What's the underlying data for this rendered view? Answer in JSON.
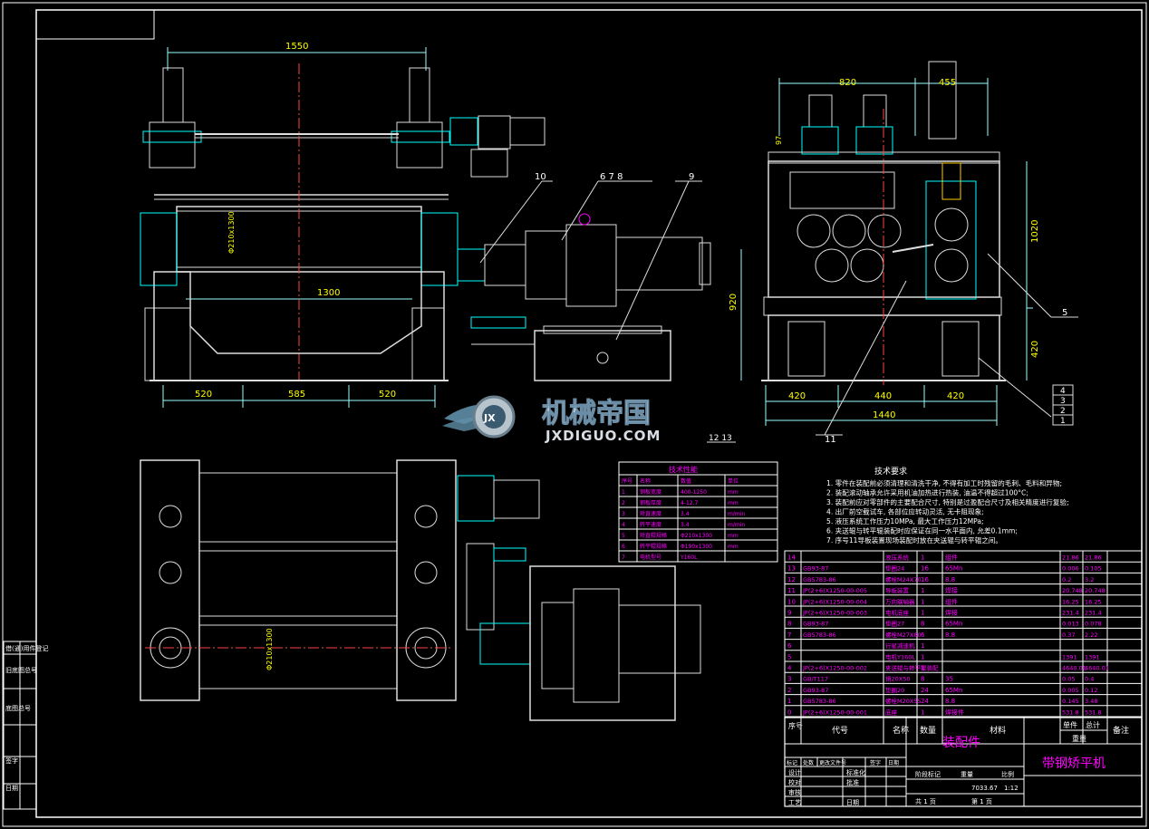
{
  "dimensions": {
    "front_top": "1550",
    "front_roll_dia": "Φ210x1300",
    "front_roll_len": "1300",
    "front_b1": "520",
    "front_b2": "585",
    "front_b3": "520",
    "side_w1": "820",
    "side_w2": "455",
    "side_h_total": "1020",
    "side_h_left": "920",
    "side_h_base": "420",
    "side_b1": "420",
    "side_b2": "440",
    "side_b3": "420",
    "side_b_total": "1440",
    "plan_roll_dia": "Φ210x1300",
    "small_h": "97"
  },
  "callouts": {
    "c10": "10",
    "c678": "6  7  8",
    "c9": "9",
    "c5": "5",
    "c11": "11",
    "c1213": "12  13",
    "stack": [
      "4",
      "3",
      "2",
      "1"
    ]
  },
  "watermark": {
    "cn": "机械帝国",
    "en": "JXDIGUO.COM",
    "logo": "JX"
  },
  "params": {
    "title": "技术性能",
    "headers": [
      "序号",
      "名称",
      "数值",
      "单位"
    ],
    "rows": [
      [
        "1",
        "钢板宽度",
        "400-1250",
        "mm"
      ],
      [
        "2",
        "钢板厚度",
        "4-12.7",
        "mm"
      ],
      [
        "3",
        "矫直速度",
        "3.4",
        "m/min"
      ],
      [
        "4",
        "转平速度",
        "3.4",
        "m/min"
      ],
      [
        "5",
        "矫直辊规格",
        "Φ210x1300",
        "mm"
      ],
      [
        "6",
        "转平辊规格",
        "Φ190x1300",
        "mm"
      ],
      [
        "7",
        "电机型号",
        "Y160L",
        ""
      ]
    ]
  },
  "requirements": {
    "title": "技术要求",
    "items": [
      "1. 零件在装配前必须清理和清洗干净, 不得有加工时残留的毛刺、毛料和异物;",
      "2. 装配滚动轴承允许采用机油加热进行热装, 油温不得超过100°C;",
      "3. 装配前应对零部件的主要配合尺寸, 特别是过盈配合尺寸及相关精度进行复验;",
      "4. 出厂前空载试车, 各部位应转动灵活, 无卡阻现象;",
      "5. 液压系统工作压力10MPa, 最大工作压力12MPa;",
      "6. 夹送辊与转平辊装配时应保证在同一水平面内, 允差0.1mm;",
      "7. 序号11导板装置现场装配时放在夹送辊与转平辊之间。"
    ]
  },
  "bom": {
    "rows": [
      [
        "14",
        "",
        "液压系统",
        "1",
        "组件",
        "21.86",
        "21.86"
      ],
      [
        "13",
        "GB93-87",
        "垫圈24",
        "16",
        "65Mn",
        "0.006",
        "0.105"
      ],
      [
        "12",
        "GB5783-86",
        "螺栓M24X70",
        "16",
        "8.8",
        "0.2",
        "3.2"
      ],
      [
        "11",
        "JP(2+6)X1250-00-005",
        "导板装置",
        "1",
        "焊接",
        "20.748",
        "20.748"
      ],
      [
        "10",
        "JP(2+6)X1250-00-004",
        "万向联轴器",
        "1",
        "组件",
        "16.25",
        "16.25"
      ],
      [
        "9",
        "JP(2+6)X1250-00-003",
        "电机底座",
        "1",
        "焊接",
        "231.4",
        "231.4"
      ],
      [
        "8",
        "GB93-87",
        "垫圈27",
        "8",
        "65Mn",
        "0.013",
        "0.078"
      ],
      [
        "7",
        "GB5783-86",
        "螺栓M27X80",
        "6",
        "8.8",
        "0.37",
        "2.22"
      ],
      [
        "6",
        "",
        "行星减速机",
        "1",
        "",
        "",
        ""
      ],
      [
        "5",
        "",
        "电机Y160L",
        "1",
        "",
        "1391",
        "1391"
      ],
      [
        "4",
        "JP(2+6)X1250-00-002",
        "夹送辊与转平辊装配",
        "1",
        "",
        "4640.01",
        "4640.01"
      ],
      [
        "3",
        "GB/T117",
        "销20X50",
        "8",
        "35",
        "0.05",
        "0.4"
      ],
      [
        "2",
        "GB93-87",
        "垫圈20",
        "24",
        "65Mn",
        "0.005",
        "0.12"
      ],
      [
        "1",
        "GB5783-86",
        "螺栓M20X55",
        "24",
        "8.8",
        "0.145",
        "3.48"
      ],
      [
        "0",
        "JP(2+6)X1250-00-001",
        "底座",
        "1",
        "焊接件",
        "531.8",
        "531.8"
      ]
    ],
    "header": {
      "seq": "序号",
      "code": "代号",
      "name": "名称",
      "qty": "数量",
      "mat": "材料",
      "unit_w": "单件",
      "total_w": "总计",
      "weight": "重量",
      "note": "备注"
    }
  },
  "titleblock": {
    "assembly": "装配件",
    "product": "带钢矫平机",
    "labels": [
      "标记",
      "处数",
      "更改文件号",
      "签字",
      "日期"
    ],
    "roles": [
      "设计",
      "校对",
      "审核",
      "工艺"
    ],
    "std": "标准化",
    "approve": "批准",
    "date": "日期",
    "stage": "阶段标记",
    "weight": "重量",
    "scale": "比例",
    "weight_val": "7033.67",
    "scale_val": "1:12",
    "sheets": "共  1  页",
    "sheet_no": "第  1  页"
  },
  "sidebar": [
    "借(通)用件登记",
    "旧底图总号",
    "底图总号",
    "签字",
    "日期"
  ]
}
